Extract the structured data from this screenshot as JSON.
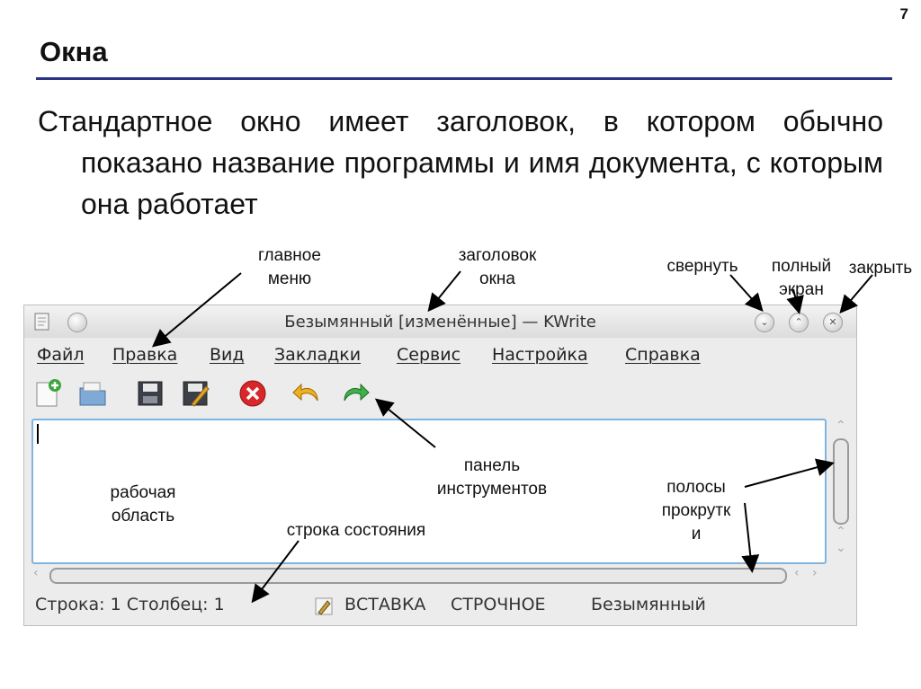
{
  "slide": {
    "number": "7",
    "title": "Окна",
    "body": "Стандартное окно имеет заголовок, в котором обычно показано название программы и имя документа, с которым она работает"
  },
  "window": {
    "title": "Безымянный [изменённые] — KWrite",
    "menu": [
      "Файл",
      "Правка",
      "Вид",
      "Закладки",
      "Сервис",
      "Настройка",
      "Справка"
    ],
    "toolbar_icons": [
      "new-document-icon",
      "open-folder-icon",
      "save-icon",
      "save-as-icon",
      "close-document-icon",
      "undo-icon",
      "redo-icon"
    ],
    "status": {
      "position": "Строка: 1 Столбец: 1",
      "mode": "ВСТАВКА",
      "selection": "СТРОЧНОЕ",
      "document": "Безымянный"
    }
  },
  "callouts": {
    "main_menu": "главное\nменю",
    "window_title": "заголовок\nокна",
    "minimize": "свернуть",
    "fullscreen": "полный\nэкран",
    "close": "закрыть",
    "toolbar": "панель\nинструментов",
    "work_area": "рабочая\nобласть",
    "status_bar": "строка состояния",
    "scrollbars": "полосы\nпрокрутк\nи"
  },
  "colors": {
    "title_rule": "#2c3385",
    "editor_border": "#7fb3e0"
  }
}
